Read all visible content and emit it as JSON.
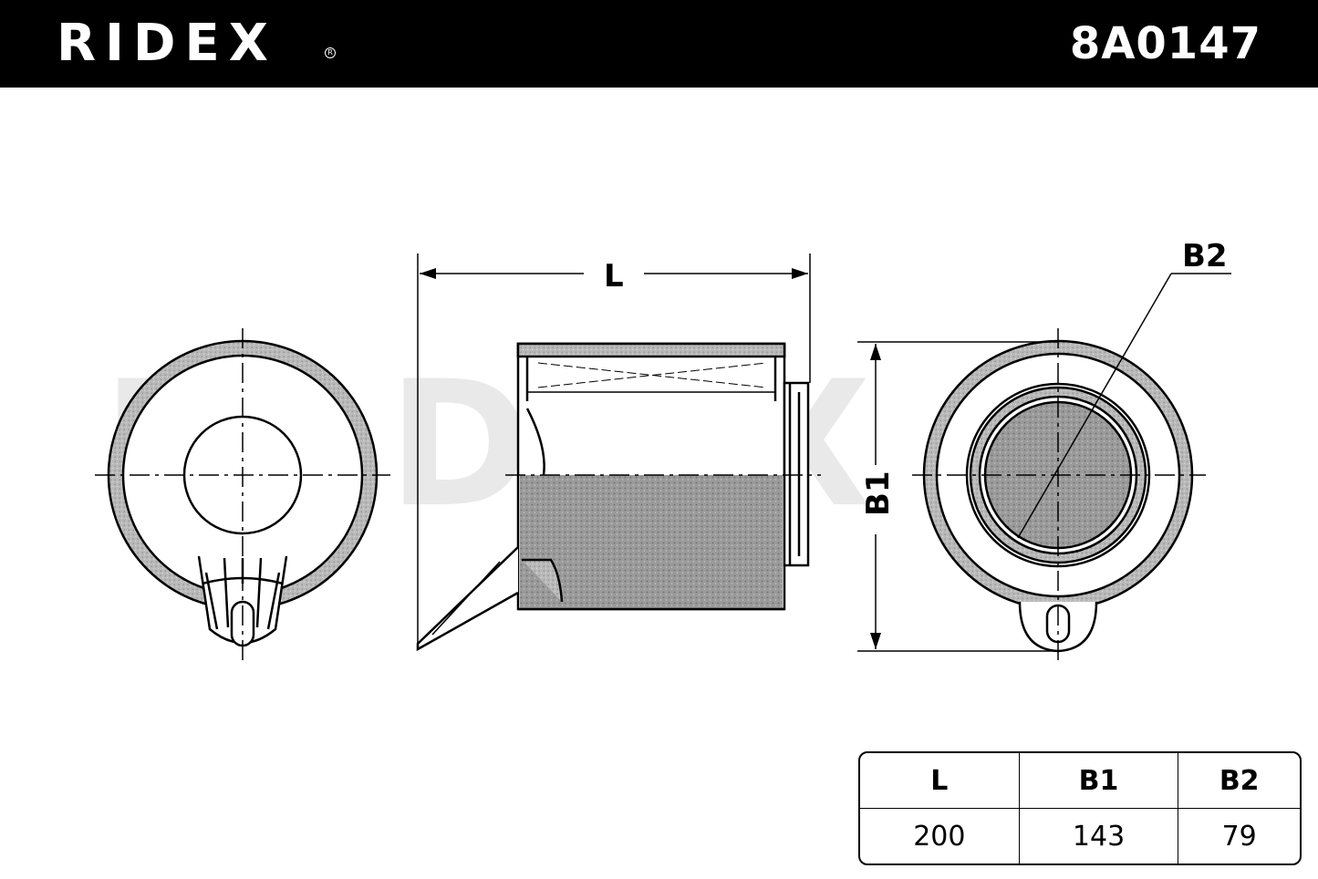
{
  "header": {
    "brand": "RIDEX",
    "brand_mark": "R",
    "part_number": "8A0147"
  },
  "watermark": "RIDEX",
  "drawing": {
    "labels": {
      "length": "L",
      "outer_diameter": "B1",
      "inner_diameter": "B2"
    }
  },
  "dimensions_table": {
    "headers": [
      "L",
      "B1",
      "B2"
    ],
    "values": [
      "200",
      "143",
      "79"
    ]
  },
  "colors": {
    "header_bg": "#000000",
    "header_text": "#ffffff",
    "media_fill": "#8f8f8f",
    "watermark": "#e9e9e9"
  }
}
